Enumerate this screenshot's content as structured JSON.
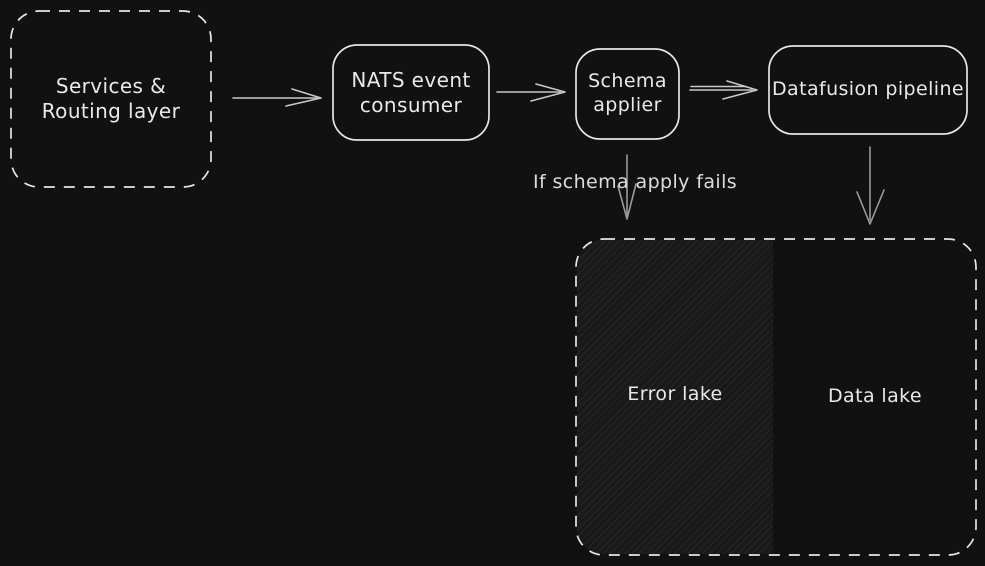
{
  "colors": {
    "background": "#111111",
    "stroke": "#e6e6e6",
    "text": "#e9e9e9",
    "arrow": "#c9c9c9",
    "hatch_fill": "#191919"
  },
  "nodes": {
    "services": {
      "label": "Services & Routing layer"
    },
    "nats": {
      "label": "NATS event consumer"
    },
    "schema": {
      "label": "Schema applier"
    },
    "datafusion": {
      "label": "Datafusion pipeline"
    },
    "error_lake": {
      "label": "Error lake"
    },
    "data_lake": {
      "label": "Data lake"
    }
  },
  "annotations": {
    "schema_fail": "If schema apply fails"
  }
}
